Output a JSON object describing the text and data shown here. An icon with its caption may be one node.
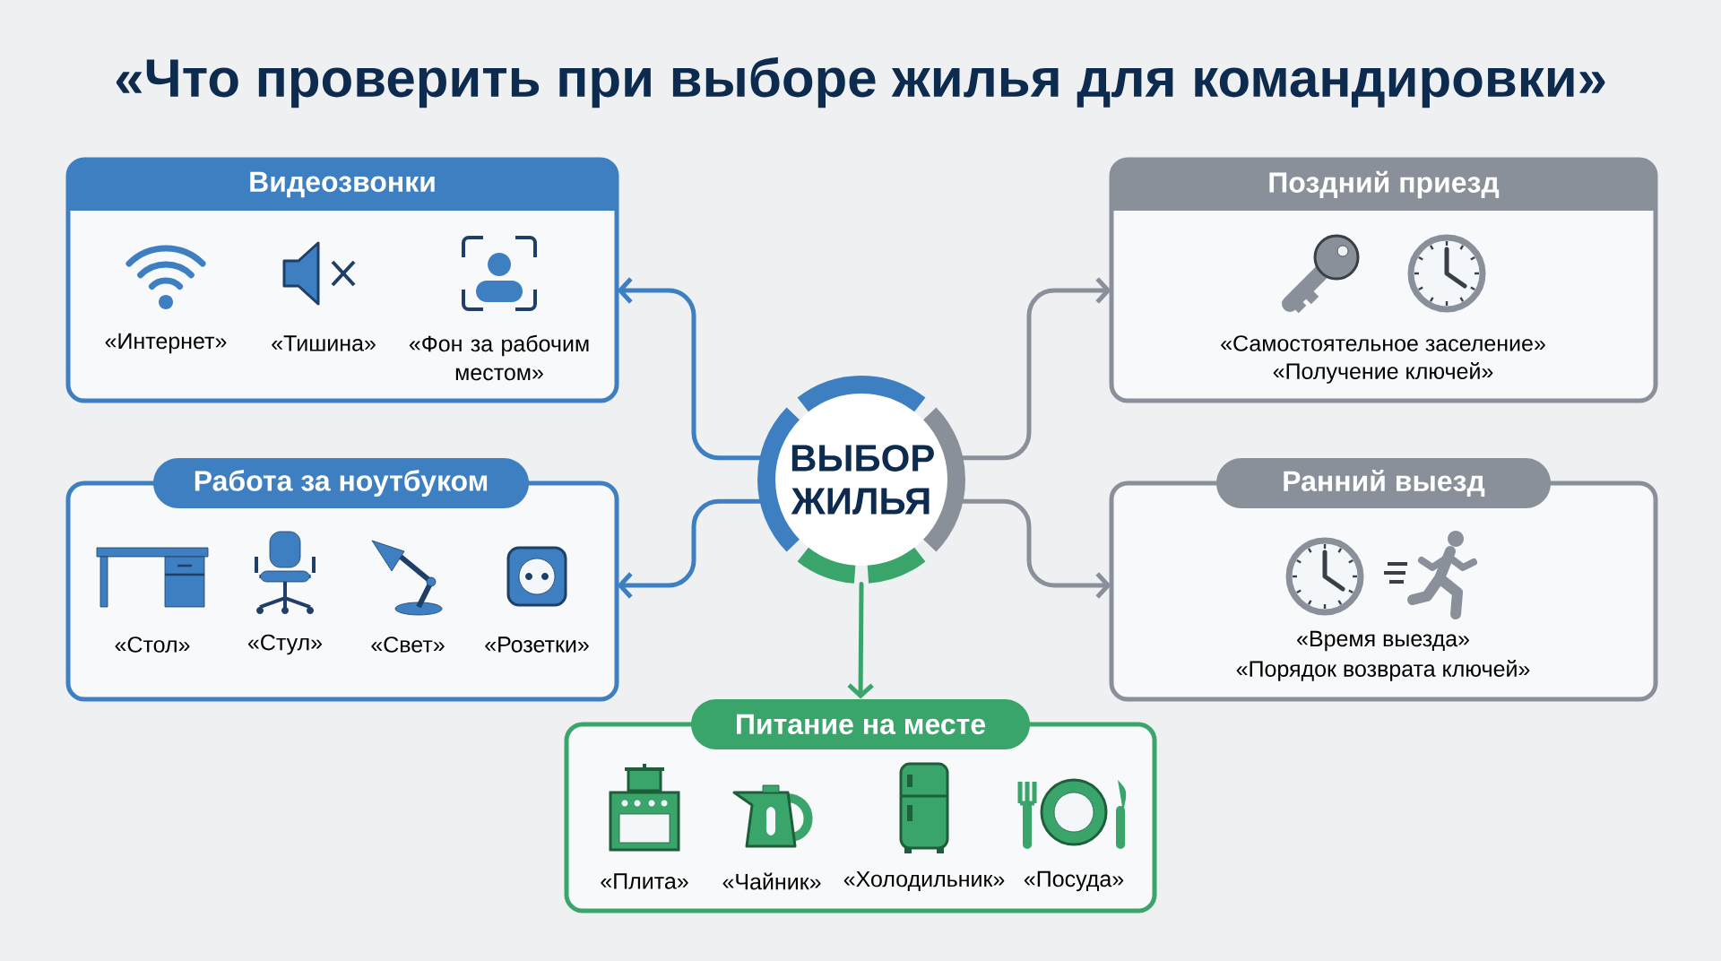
{
  "diagram": {
    "title": "«Что проверить при выборе жилья для командировки»",
    "nodes": [
      {
        "text": [
          "ВЫБОР ЖИЛЬЯ"
        ]
      },
      {
        "text": [
          "Видеозвонки",
          "«Интернет»",
          "«Тишина»",
          "«Фон за рабочим местом»"
        ]
      },
      {
        "text": [
          "Поздний приезд",
          "«Самостоятельное заселение»",
          "«Получение ключей»"
        ]
      },
      {
        "text": [
          "Работа за ноутбуком",
          "«Стол»",
          "«Стул»",
          "«Свет»",
          "«Розетки»"
        ]
      },
      {
        "text": [
          "Ранний выезд",
          "«Время выезда»",
          "«Порядок возврата ключей»"
        ]
      },
      {
        "text": [
          "Питание на месте",
          "«Плита»",
          "«Чайник»",
          "«Холодильник»",
          "«Посуда»"
        ]
      }
    ],
    "edges": [
      {
        "from": 0,
        "to": 1,
        "arrow": "to",
        "color": "#3d7fc1"
      },
      {
        "from": 0,
        "to": 2,
        "arrow": "to",
        "color": "#8a9099"
      },
      {
        "from": 0,
        "to": 3,
        "arrow": "to",
        "color": "#3d7fc1"
      },
      {
        "from": 0,
        "to": 4,
        "arrow": "to",
        "color": "#8a9099"
      },
      {
        "from": 0,
        "to": 5,
        "arrow": "to",
        "color": "#3aa56a"
      }
    ]
  }
}
